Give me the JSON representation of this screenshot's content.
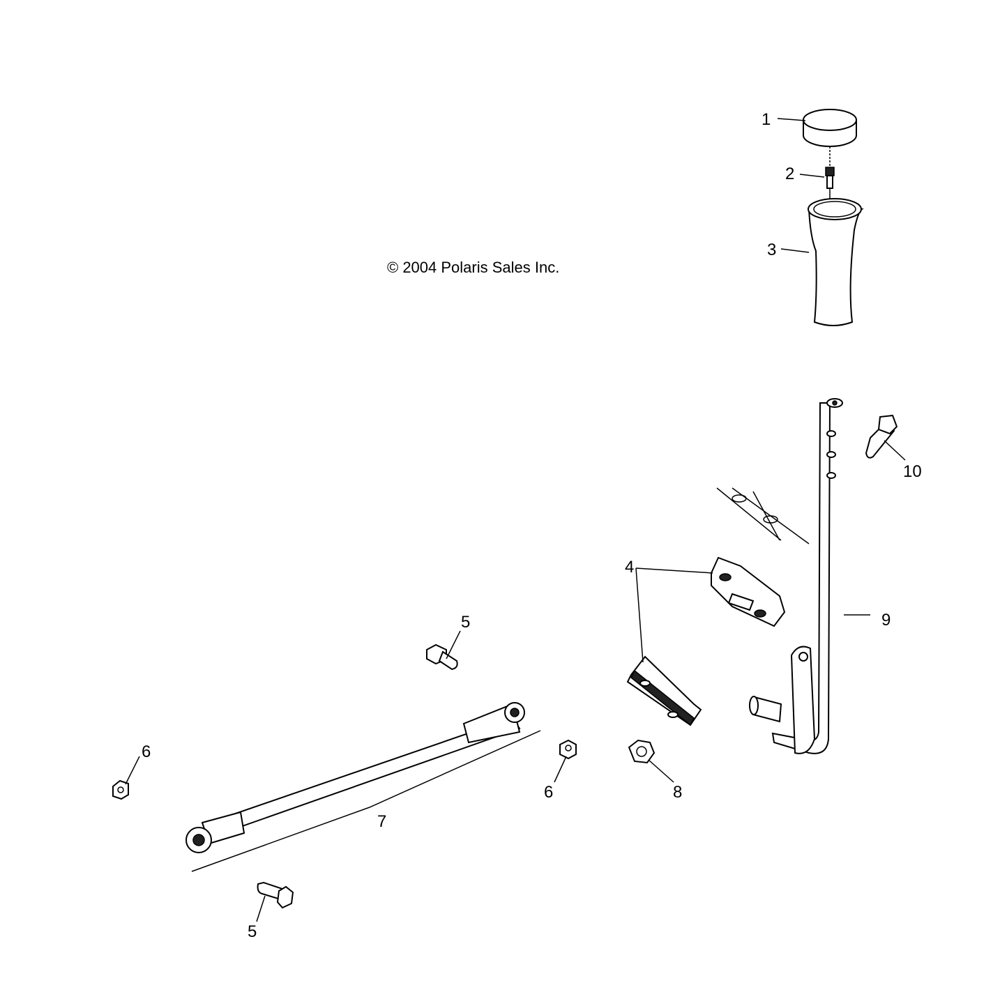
{
  "copyright": "© 2004 Polaris Sales Inc.",
  "callouts": [
    {
      "id": "1",
      "label": "1"
    },
    {
      "id": "2",
      "label": "2"
    },
    {
      "id": "3",
      "label": "3"
    },
    {
      "id": "4",
      "label": "4"
    },
    {
      "id": "5a",
      "label": "5"
    },
    {
      "id": "5b",
      "label": "5"
    },
    {
      "id": "6a",
      "label": "6"
    },
    {
      "id": "6b",
      "label": "6"
    },
    {
      "id": "7",
      "label": "7"
    },
    {
      "id": "8",
      "label": "8"
    },
    {
      "id": "9",
      "label": "9"
    },
    {
      "id": "10",
      "label": "10"
    }
  ]
}
